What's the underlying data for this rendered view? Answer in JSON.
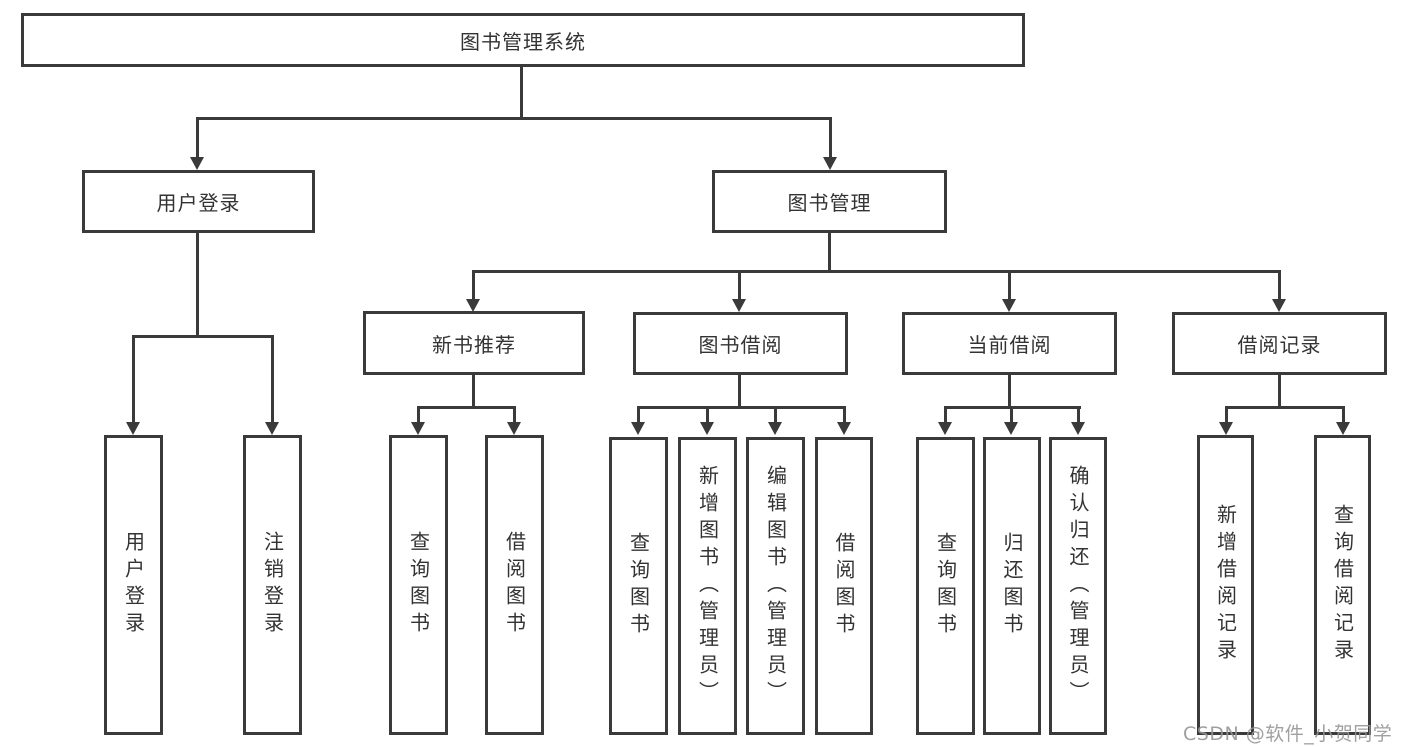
{
  "diagram": {
    "root": {
      "label": "图书管理系统"
    },
    "level2": {
      "user_login": {
        "label": "用户登录"
      },
      "book_mgmt": {
        "label": "图书管理"
      }
    },
    "level3": {
      "new_books": {
        "label": "新书推荐"
      },
      "book_borrow": {
        "label": "图书借阅"
      },
      "current_borrow": {
        "label": "当前借阅"
      },
      "borrow_records": {
        "label": "借阅记录"
      }
    },
    "leaves": {
      "user_login_leaf": {
        "label": "用户登录"
      },
      "logout_leaf": {
        "label": "注销登录"
      },
      "nb_query_books": {
        "label": "查询图书"
      },
      "nb_borrow_books": {
        "label": "借阅图书"
      },
      "bb_query_books": {
        "label": "查询图书"
      },
      "bb_add_books": {
        "label": "新增图书（管理员）"
      },
      "bb_edit_books": {
        "label": "编辑图书（管理员）"
      },
      "bb_borrow_books": {
        "label": "借阅图书"
      },
      "cb_query_books": {
        "label": "查询图书"
      },
      "cb_return_books": {
        "label": "归还图书"
      },
      "cb_confirm_return": {
        "label": "确认归还（管理员）"
      },
      "br_add_record": {
        "label": "新增借阅记录"
      },
      "br_query_record": {
        "label": "查询借阅记录"
      }
    }
  },
  "watermark": {
    "text": "CSDN @软件_小贺同学"
  },
  "colors": {
    "line": "#3a3a3a",
    "text": "#333333",
    "background": "#ffffff",
    "watermark": "#969696"
  }
}
